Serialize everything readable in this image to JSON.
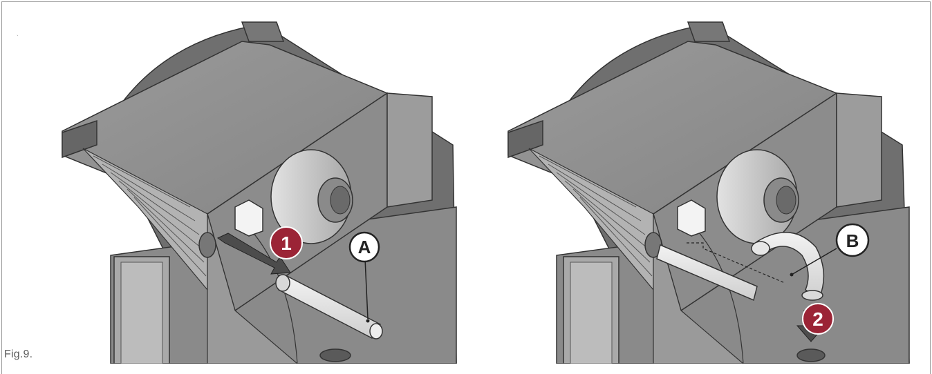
{
  "figure": {
    "caption": "Fig.9.",
    "step_left": "1",
    "step_right": "2",
    "part_left": "A",
    "part_right": "B",
    "colors": {
      "step_badge": "#9b2436",
      "body_dark": "#7c7c7c",
      "body_mid": "#9a9a9a",
      "body_light": "#bdbdbd",
      "pipe": "#e4e4e4"
    }
  }
}
